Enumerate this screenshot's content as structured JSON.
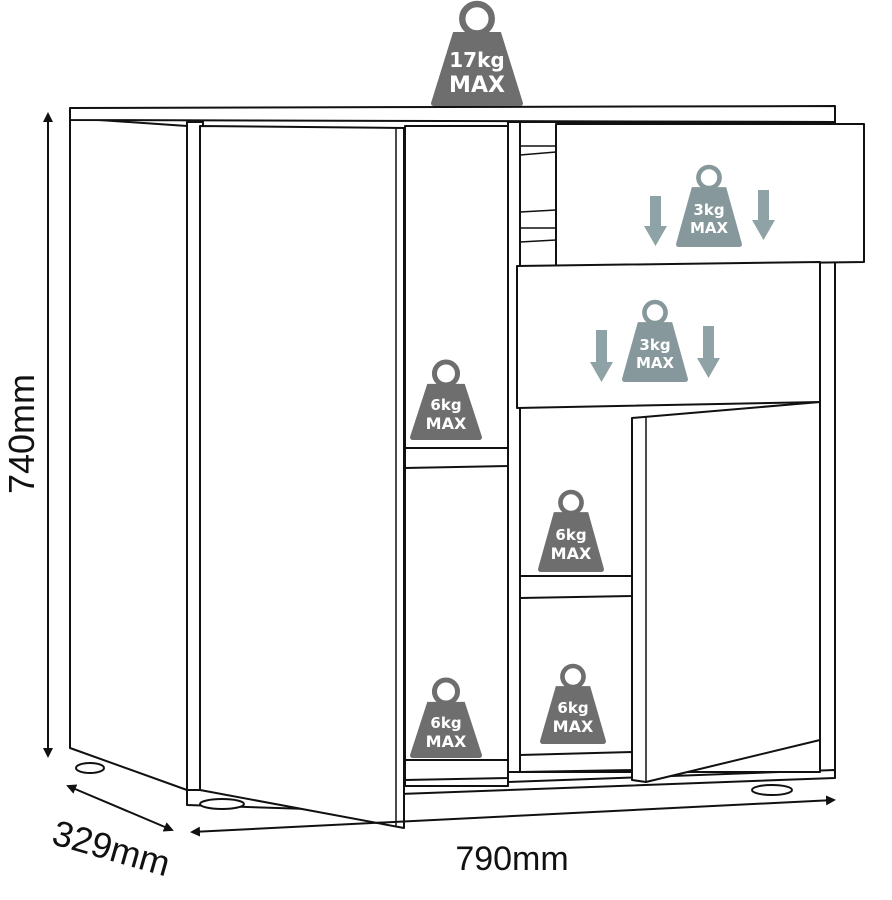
{
  "dimensions": {
    "height": "740mm",
    "depth": "329mm",
    "width": "790mm"
  },
  "load_limits": [
    {
      "id": "top",
      "amount": "17kg",
      "suffix": "MAX",
      "style": "dark"
    },
    {
      "id": "upper-drawer",
      "amount": "3kg",
      "suffix": "MAX",
      "style": "teal"
    },
    {
      "id": "lower-drawer",
      "amount": "3kg",
      "suffix": "MAX",
      "style": "teal"
    },
    {
      "id": "left-upper-shelf",
      "amount": "6kg",
      "suffix": "MAX",
      "style": "dark"
    },
    {
      "id": "left-bottom-shelf",
      "amount": "6kg",
      "suffix": "MAX",
      "style": "dark"
    },
    {
      "id": "right-middle-shelf",
      "amount": "6kg",
      "suffix": "MAX",
      "style": "dark"
    },
    {
      "id": "right-bottom-shelf",
      "amount": "6kg",
      "suffix": "MAX",
      "style": "dark"
    }
  ],
  "colors": {
    "weight_dark": "#6e6e6e",
    "weight_teal": "#86989b",
    "arrow": "#8fa3a6",
    "line": "#111111"
  },
  "icons": [
    "weight-icon",
    "down-arrow-icon",
    "dimension-arrow-icon"
  ]
}
